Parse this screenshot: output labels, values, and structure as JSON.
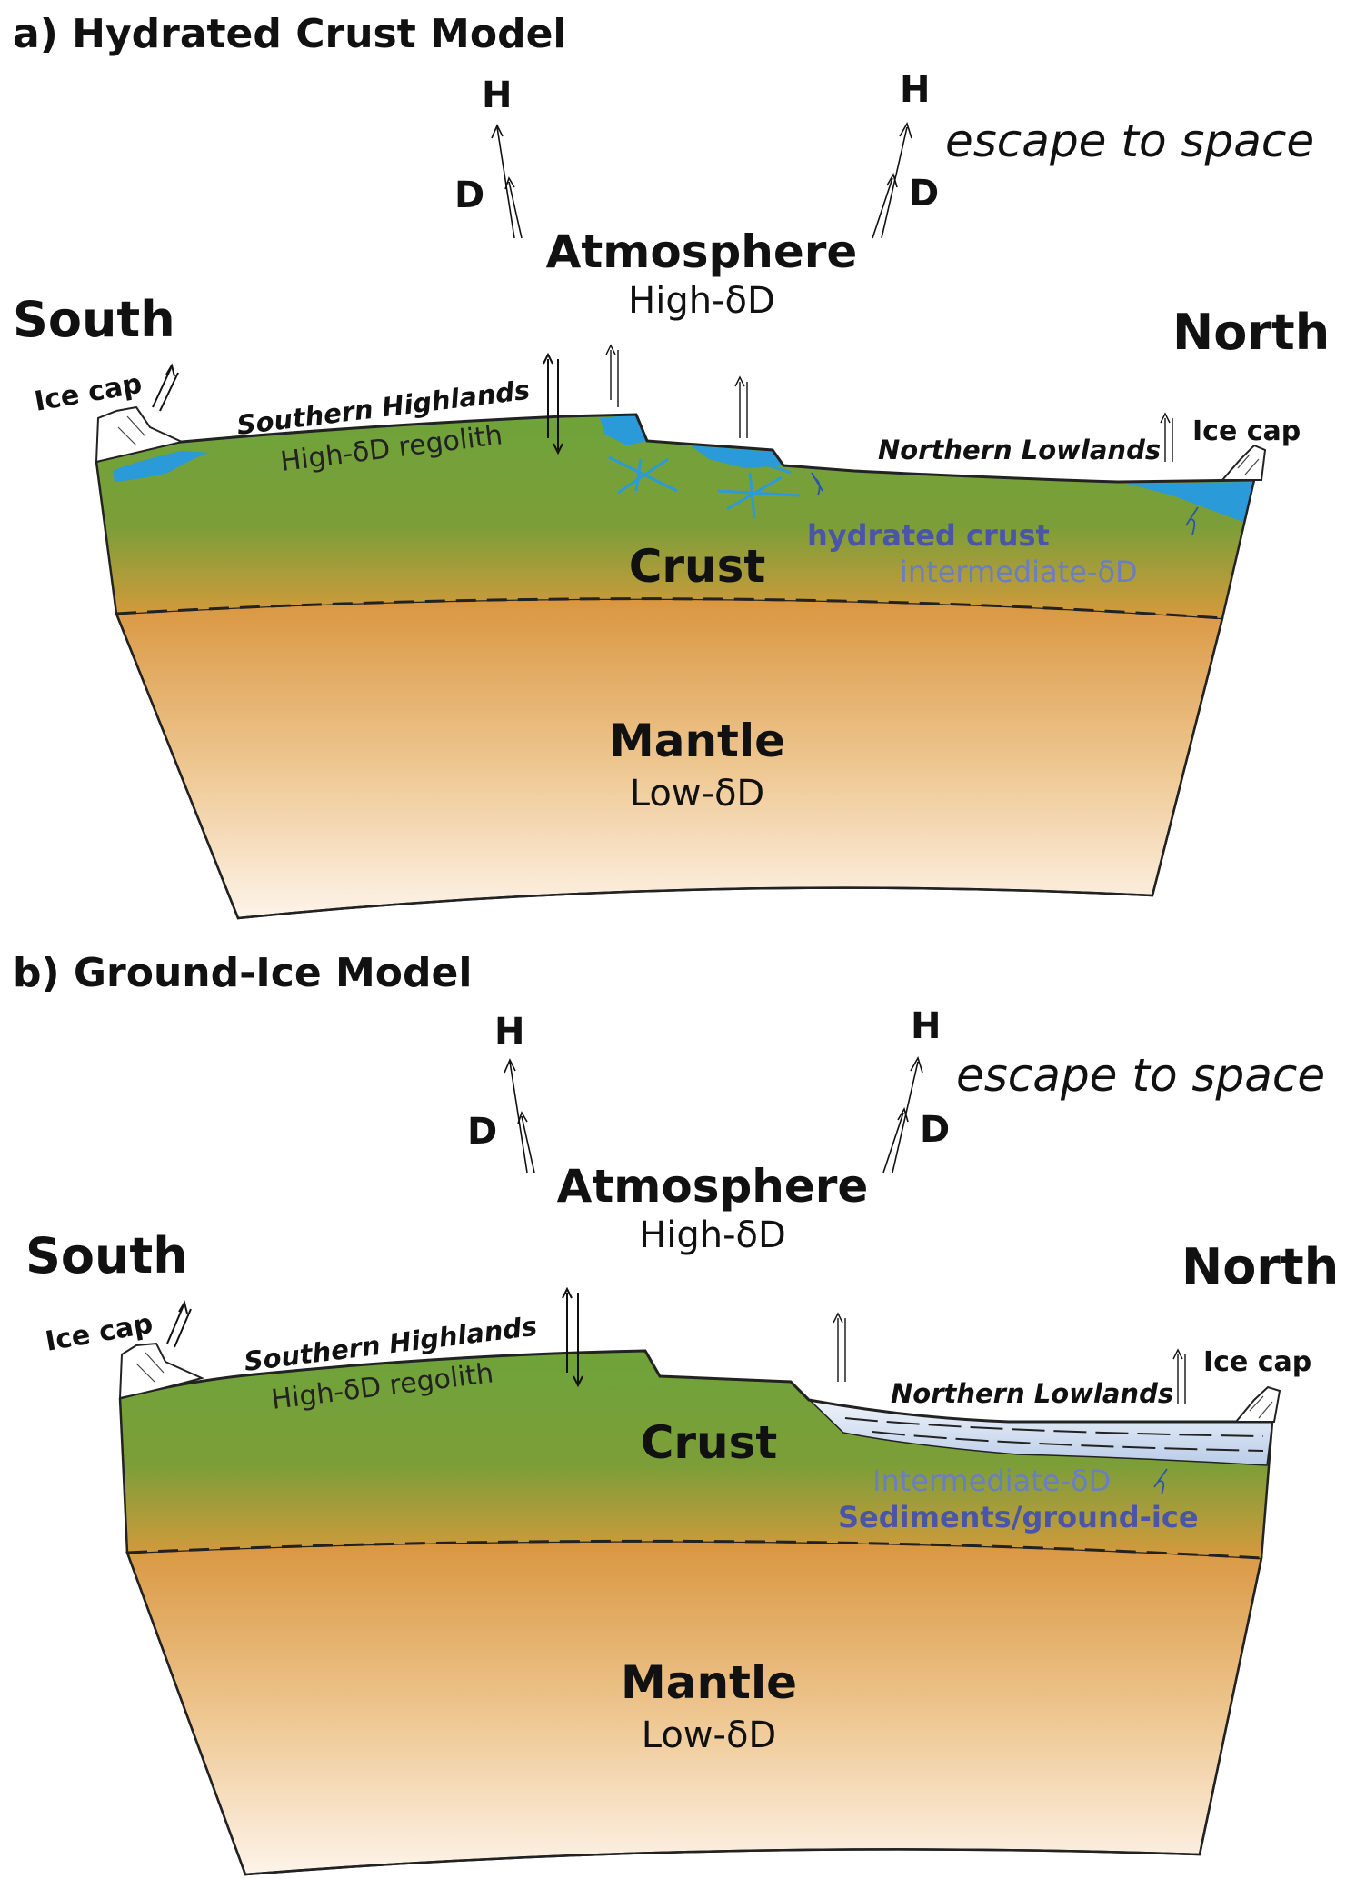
{
  "panels": [
    {
      "title": "a) Hydrated Crust Model",
      "south": "South",
      "north": "North",
      "h_left": "H",
      "d_left": "D",
      "h_right": "H",
      "d_right": "D",
      "escape": "escape to space",
      "atmosphere": "Atmosphere",
      "atmosphere_dd": "High-δD",
      "ice_cap_left": "Ice cap",
      "ice_cap_right": "Ice cap",
      "southern_highlands": "Southern Highlands",
      "regolith": "High-δD regolith",
      "northern_lowlands": "Northern Lowlands",
      "crust": "Crust",
      "reservoir_bold": "hydrated crust",
      "reservoir_normal": "intermediate-δD",
      "mantle": "Mantle",
      "mantle_dd": "Low-δD"
    },
    {
      "title": "b) Ground-Ice Model",
      "south": "South",
      "north": "North",
      "h_left": "H",
      "d_left": "D",
      "h_right": "H",
      "d_right": "D",
      "escape": "escape to space",
      "atmosphere": "Atmosphere",
      "atmosphere_dd": "High-δD",
      "ice_cap_left": "Ice cap",
      "ice_cap_right": "Ice cap",
      "southern_highlands": "Southern Highlands",
      "regolith": "High-δD regolith",
      "northern_lowlands": "Northern Lowlands",
      "crust": "Crust",
      "reservoir_normal": "Intermediate-δD",
      "reservoir_bold": "Sediments/ground-ice",
      "mantle": "Mantle",
      "mantle_dd": "Low-δD"
    }
  ],
  "colors": {
    "crust_top": "#6fa33a",
    "crust_bottom": "#d69a3c",
    "mantle_top": "#d9963f",
    "mantle_bottom": "#fdf4ea",
    "water": "#2a9ad8",
    "ground_ice": "#c9d8ee",
    "label_blue": "#4a55a8"
  }
}
